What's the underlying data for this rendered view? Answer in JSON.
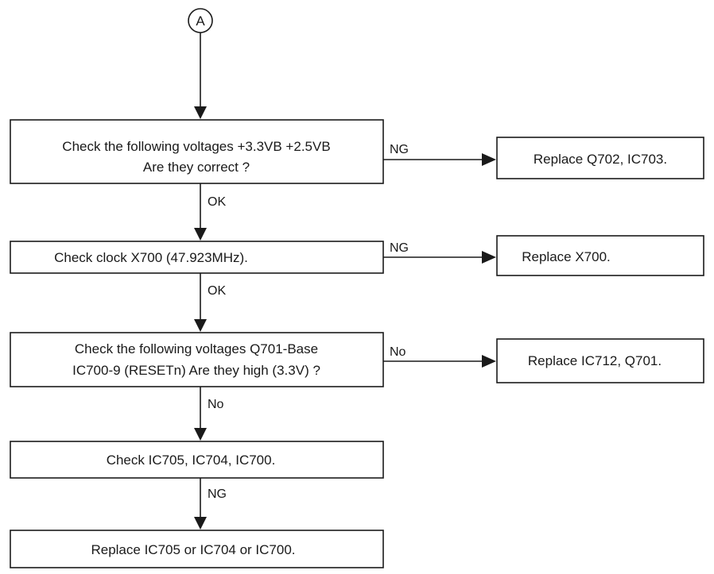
{
  "connector": {
    "label": "A"
  },
  "steps": [
    {
      "text_line1": "Check the following voltages +3.3VB +2.5VB",
      "text_line2": "Are they correct ?",
      "branch_label": "NG",
      "down_label": "OK"
    },
    {
      "text_line1": "Check clock X700 (47.923MHz).",
      "branch_label": "NG",
      "down_label": "OK"
    },
    {
      "text_line1": "Check the following voltages Q701-Base",
      "text_line2": "IC700-9 (RESETn) Are they high (3.3V) ?",
      "branch_label": "No",
      "down_label": "No"
    },
    {
      "text_line1": "Check IC705, IC704, IC700.",
      "down_label": "NG"
    },
    {
      "text_line1": "Replace IC705 or IC704 or IC700."
    }
  ],
  "outcomes": [
    {
      "text": "Replace Q702, IC703."
    },
    {
      "text": "Replace X700."
    },
    {
      "text": "Replace IC712, Q701."
    }
  ]
}
